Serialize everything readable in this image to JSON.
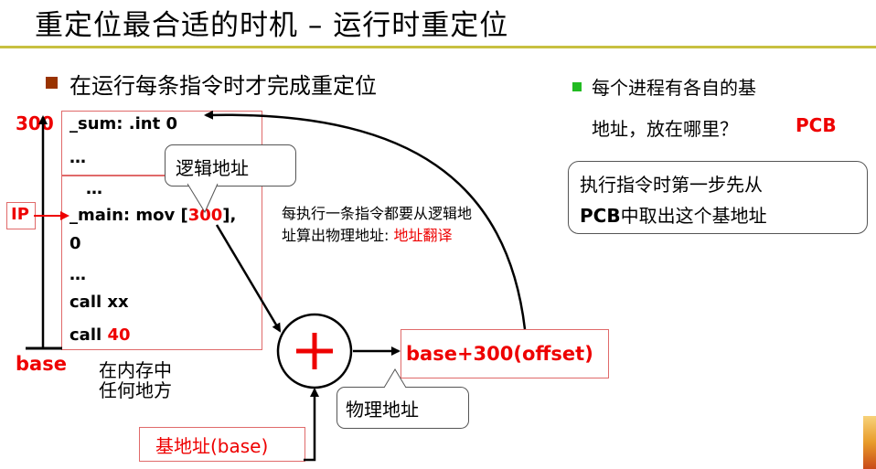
{
  "title": "重定位最合适的时机 – 运行时重定位",
  "bullet_main": "在运行每条指令时才完成重定位",
  "right_bullet": {
    "line1": "每个进程有各自的基",
    "line2": "地址，放在哪里？",
    "pcb": "PCB"
  },
  "note_box": {
    "line1": "执行指令时第一步先从",
    "line2_bold": "PCB",
    "line2_rest": "中取出这个基地址"
  },
  "memory": {
    "top_address": "300",
    "base_label": "base",
    "ip_label": "IP",
    "lines": {
      "sum": "_sum:  .int  0",
      "dots1": "…",
      "dots2": "…",
      "main_prefix": "_main: mov [",
      "main_addr": "300",
      "main_suffix": "],",
      "zero": "0",
      "dots3": "…",
      "call_xx": "call xx",
      "call40_prefix": "call ",
      "call40_value": "40"
    },
    "location_line1": "在内存中",
    "location_line2": "任何地方"
  },
  "callouts": {
    "logical": "逻辑地址",
    "physical": "物理地址"
  },
  "explain": {
    "line1": "每执行一条指令都要从逻辑地",
    "line2_prefix": "址算出物理地址:",
    "line2_red": "地址翻译"
  },
  "adder_symbol": "+",
  "result": "base+300(offset)",
  "base_input": "基地址(base)",
  "colors": {
    "accent_red": "#ee0000",
    "rule": "#c8c040",
    "bullet": "#993300",
    "green": "#22bb22"
  }
}
